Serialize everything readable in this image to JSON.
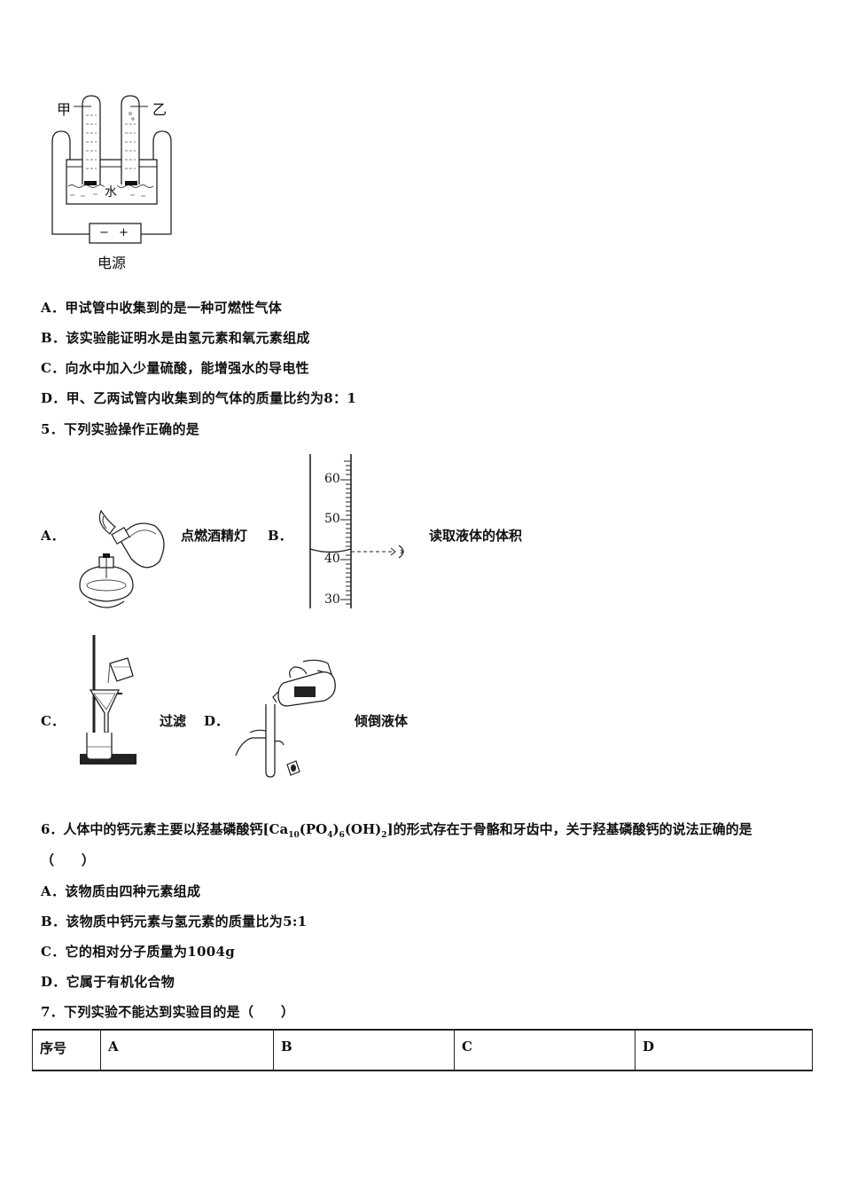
{
  "figure_electrolysis": {
    "label_jia": "甲",
    "label_yi": "乙",
    "label_water": "水",
    "label_minus": "−",
    "label_plus": "+",
    "label_power": "电源"
  },
  "q4_options": [
    {
      "letter": "A．",
      "text": "甲试管中收集到的是一种可燃性气体"
    },
    {
      "letter": "B．",
      "text": "该实验能证明水是由氢元素和氧元素组成"
    },
    {
      "letter": "C．",
      "text": "向水中加入少量硫酸，能增强水的导电性"
    },
    {
      "letter": "D．",
      "text": "甲、乙两试管内收集到的气体的质量比约为8：1"
    }
  ],
  "q5": {
    "stem": "5．下列实验操作正确的是",
    "a_letter": "A．",
    "a_text": "点燃酒精灯",
    "b_letter": "B．",
    "b_text": "读取液体的体积",
    "c_letter": "C．",
    "c_text": "过滤",
    "d_letter": "D．",
    "d_text": "倾倒液体",
    "cylinder_ticks": [
      "60",
      "50",
      "40",
      "30"
    ]
  },
  "q6": {
    "stem_prefix": "6．人体中的钙元素主要以羟基磷酸钙[Ca",
    "sub1": "10",
    "mid1": "(PO",
    "sub2": "4",
    "mid2": ")",
    "sub3": "6",
    "mid3": "(OH)",
    "sub4": "2",
    "stem_suffix": "]的形式存在于骨骼和牙齿中，关于羟基磷酸钙的说法正确的是",
    "blank": "（　　）",
    "options": [
      {
        "letter": "A．",
        "text": "该物质由四种元素组成"
      },
      {
        "letter": "B．",
        "text": "该物质中钙元素与氢元素的质量比为5:1"
      },
      {
        "letter": "C．",
        "text": "它的相对分子质量为1004g"
      },
      {
        "letter": "D．",
        "text": "它属于有机化合物"
      }
    ]
  },
  "q7": {
    "stem": "7．下列实验不能达到实验目的是（　　）",
    "table_headers": [
      "序号",
      "A",
      "B",
      "C",
      "D"
    ]
  }
}
